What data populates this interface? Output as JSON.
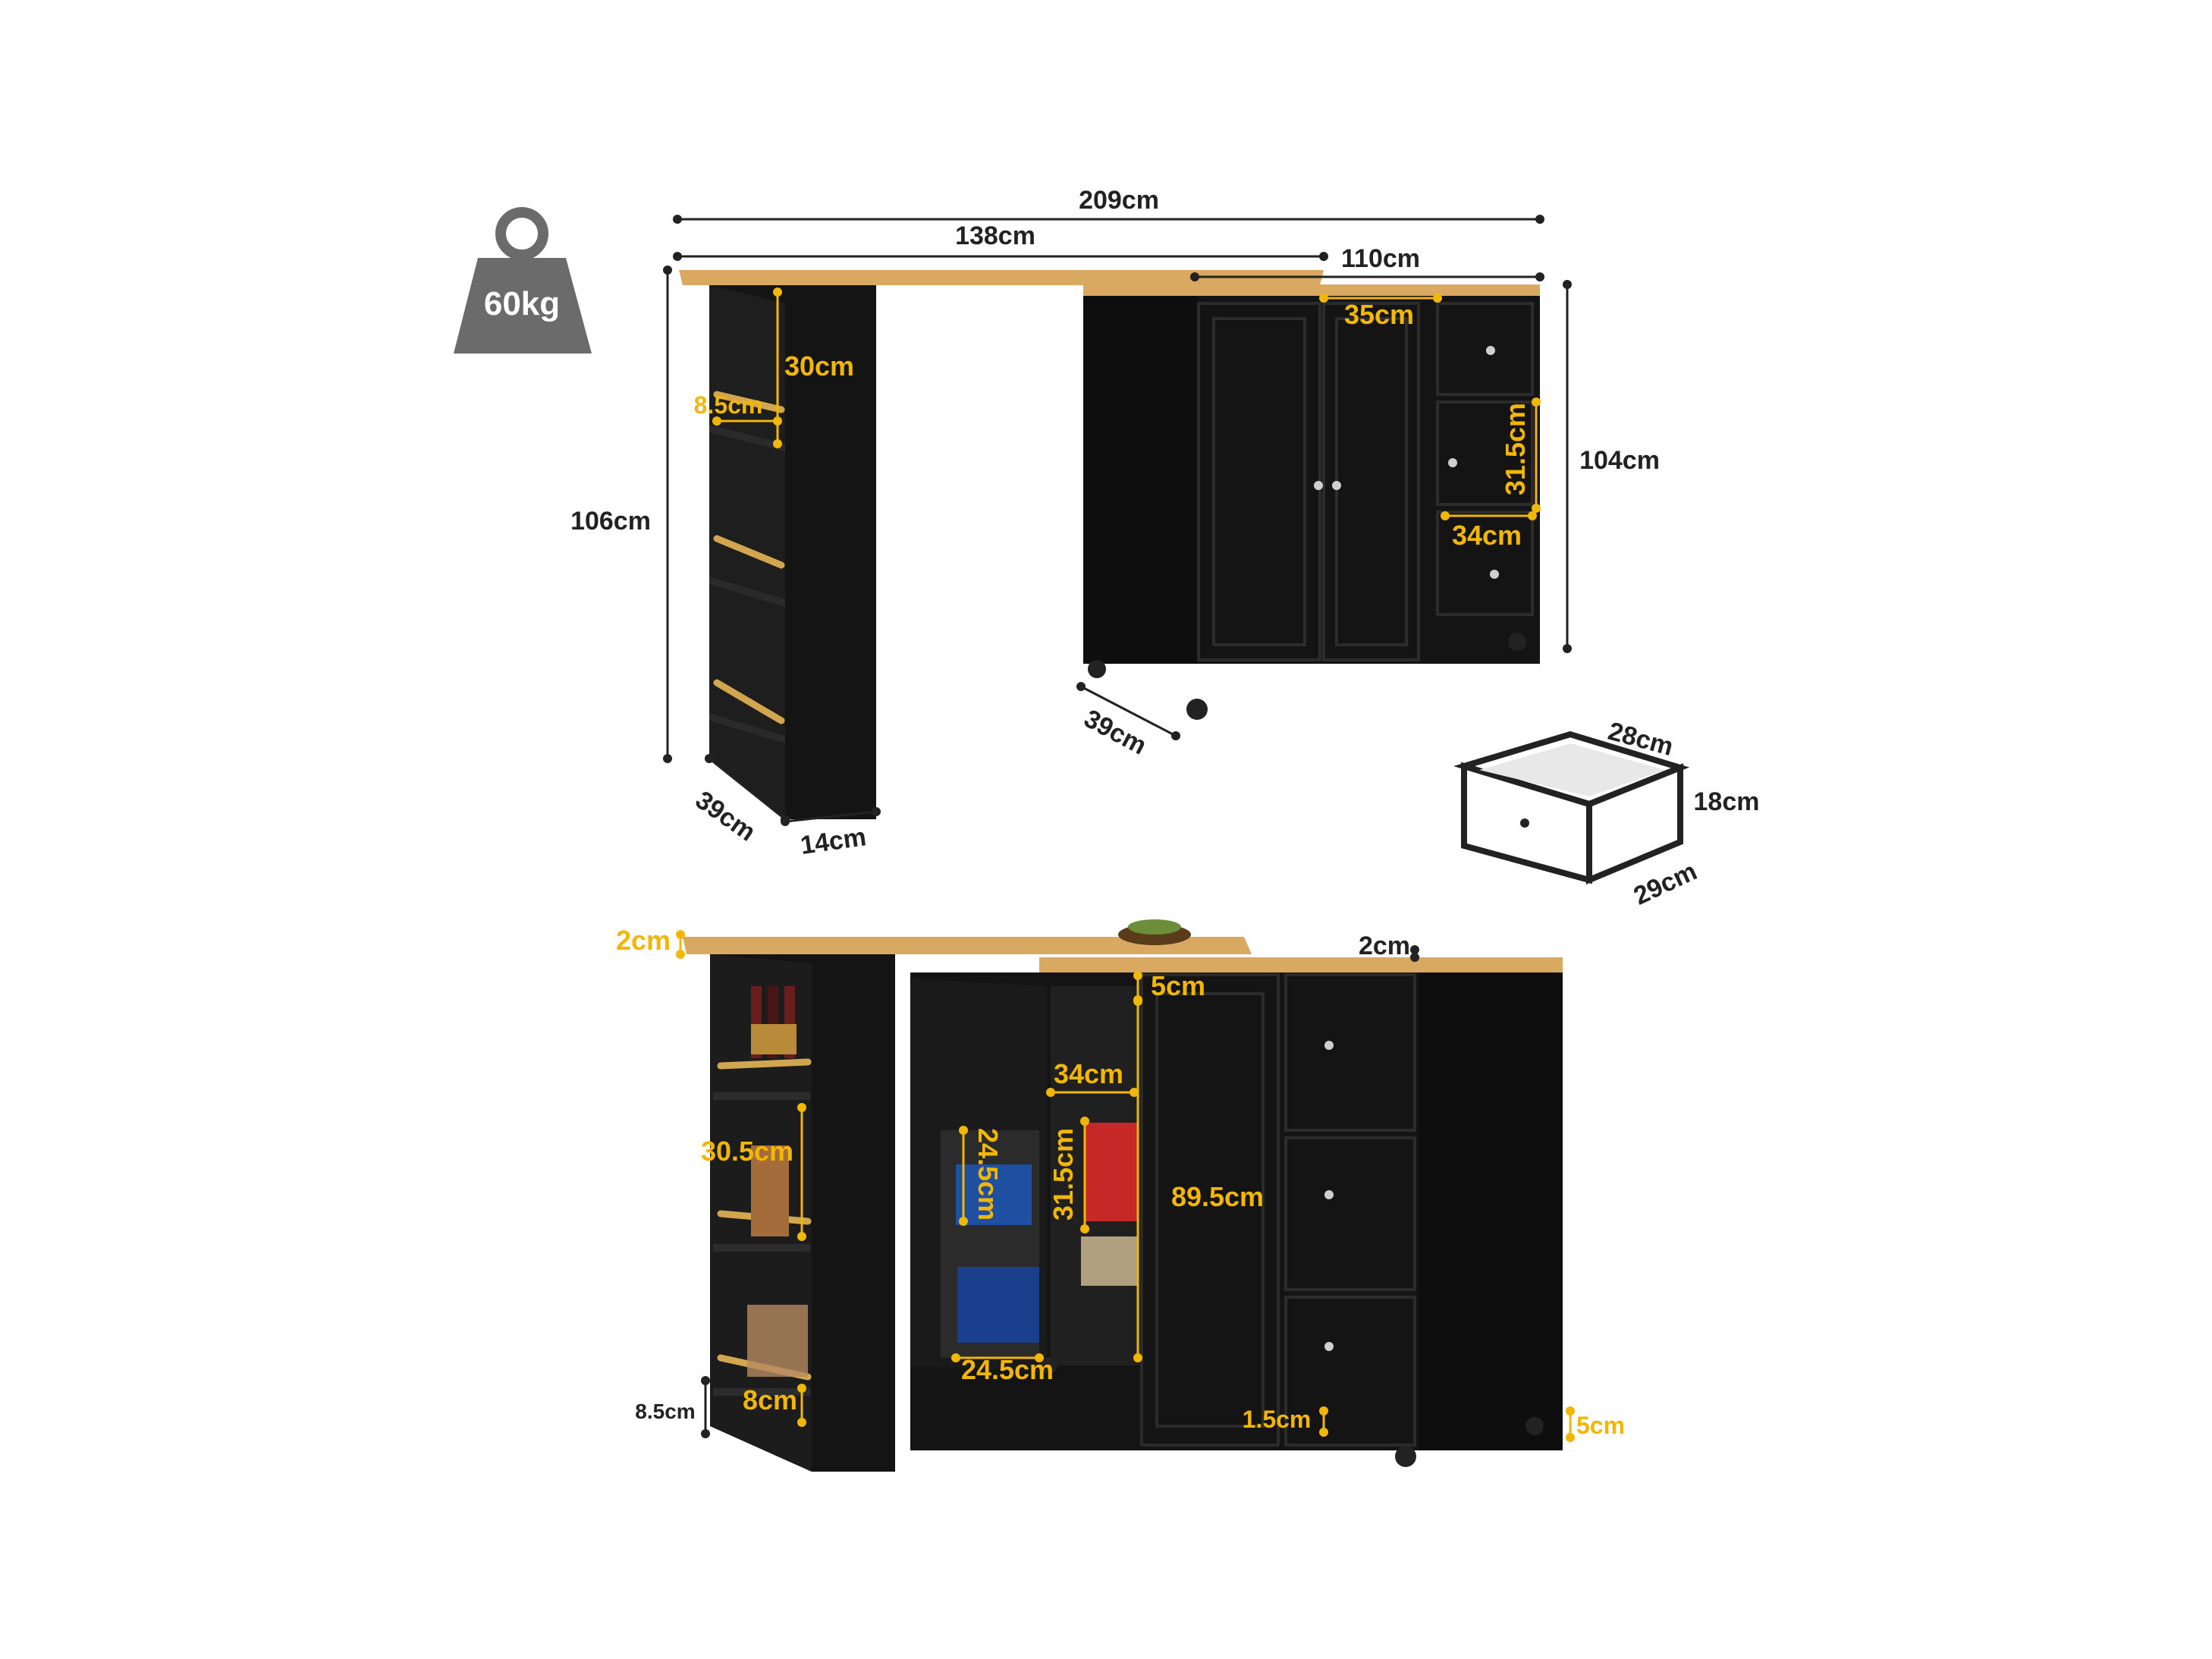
{
  "weight": {
    "label": "60kg",
    "icon": "weight-icon"
  },
  "top_view": {
    "total_width": "209cm",
    "bar_top_width": "138cm",
    "cabinet_width": "110cm",
    "bar_height": "106cm",
    "cabinet_height": "104cm",
    "bar_depth": "39cm",
    "bar_side_width": "14cm",
    "cabinet_depth": "39cm",
    "shelf_height": "30cm",
    "shelf_bar_gap": "8.5cm",
    "drawer_width_top": "35cm",
    "drawer_height": "31.5cm",
    "drawer_width": "34cm"
  },
  "drawer_detail": {
    "depth": "28cm",
    "height": "18cm",
    "width": "29cm"
  },
  "bottom_view": {
    "top_thickness_left": "2cm",
    "top_thickness_right": "2cm",
    "top_gap": "5cm",
    "inner_width": "34cm",
    "shelf_spacing": "30.5cm",
    "door_shelf_height": "24.5cm",
    "inner_shelf_height": "31.5cm",
    "inner_height": "89.5cm",
    "door_shelf_width": "24.5cm",
    "bottom_rail": "8cm",
    "base_clearance": "8.5cm",
    "plinth": "1.5cm",
    "wheel_clearance": "5cm"
  },
  "colors": {
    "cabinet": "#161616",
    "wood": "#d9a861",
    "accent": "#f2b705",
    "text": "#222222",
    "weight_icon": "#6b6b6b"
  }
}
